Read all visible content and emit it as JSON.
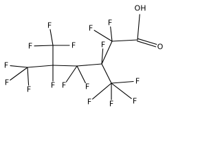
{
  "molecule": {
    "atoms": [
      {
        "id": "c1",
        "label": ""
      },
      {
        "id": "c2",
        "label": ""
      },
      {
        "id": "c3",
        "label": ""
      },
      {
        "id": "c4",
        "label": ""
      },
      {
        "id": "c5",
        "label": ""
      },
      {
        "id": "c6",
        "label": ""
      },
      {
        "id": "c7",
        "label": ""
      },
      {
        "id": "c8",
        "label": ""
      },
      {
        "id": "o1",
        "label": "OH"
      },
      {
        "id": "o2",
        "label": "O"
      },
      {
        "id": "f1",
        "label": "F"
      },
      {
        "id": "f2",
        "label": "F"
      },
      {
        "id": "f3",
        "label": "F"
      },
      {
        "id": "f4",
        "label": "F"
      },
      {
        "id": "f5",
        "label": "F"
      },
      {
        "id": "f6",
        "label": "F"
      },
      {
        "id": "f7",
        "label": "F"
      },
      {
        "id": "f8",
        "label": "F"
      },
      {
        "id": "f9",
        "label": "F"
      },
      {
        "id": "f10",
        "label": "F"
      },
      {
        "id": "f11",
        "label": "F"
      },
      {
        "id": "f12",
        "label": "F"
      },
      {
        "id": "f13",
        "label": "F"
      },
      {
        "id": "f14",
        "label": "F"
      },
      {
        "id": "f15",
        "label": "F"
      },
      {
        "id": "f16",
        "label": "F"
      }
    ],
    "bonds": [
      {
        "a": "c1",
        "b": "c2",
        "order": 1
      },
      {
        "a": "c2",
        "b": "c3",
        "order": 1
      },
      {
        "a": "c3",
        "b": "c4",
        "order": 1
      },
      {
        "a": "c4",
        "b": "c5",
        "order": 1
      },
      {
        "a": "c5",
        "b": "c6",
        "order": 1
      },
      {
        "a": "c5",
        "b": "c7",
        "order": 1
      },
      {
        "a": "c3",
        "b": "c8",
        "order": 1
      },
      {
        "a": "c1",
        "b": "o1",
        "order": 1
      },
      {
        "a": "c1",
        "b": "o2",
        "order": 2
      },
      {
        "a": "c2",
        "b": "f1",
        "order": 1
      },
      {
        "a": "c2",
        "b": "f2",
        "order": 1
      },
      {
        "a": "c3",
        "b": "f3",
        "order": 1
      },
      {
        "a": "c8",
        "b": "f4",
        "order": 1
      },
      {
        "a": "c8",
        "b": "f5",
        "order": 1
      },
      {
        "a": "c8",
        "b": "f6",
        "order": 1
      },
      {
        "a": "c4",
        "b": "f7",
        "order": 1
      },
      {
        "a": "c4",
        "b": "f8",
        "order": 1
      },
      {
        "a": "c5",
        "b": "f9",
        "order": 1
      },
      {
        "a": "c6",
        "b": "f10",
        "order": 1
      },
      {
        "a": "c6",
        "b": "f11",
        "order": 1
      },
      {
        "a": "c6",
        "b": "f12",
        "order": 1
      },
      {
        "a": "c7",
        "b": "f13",
        "order": 1
      },
      {
        "a": "c7",
        "b": "f14",
        "order": 1
      },
      {
        "a": "c7",
        "b": "f15",
        "order": 1
      },
      {
        "a": "c8",
        "b": "f16",
        "order": 1
      }
    ]
  }
}
